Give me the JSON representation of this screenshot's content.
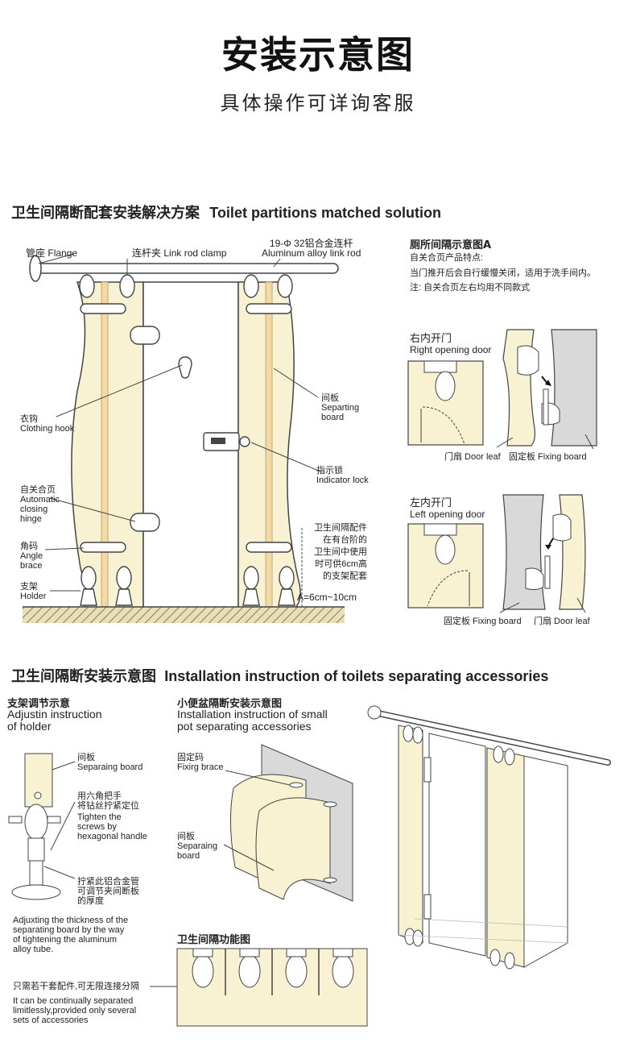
{
  "header": {
    "title": "安装示意图",
    "subtitle": "具体操作可详询客服"
  },
  "section1": {
    "heading": "卫生间隔断配套安装解决方案",
    "heading_en": "Toilet partitions matched solution",
    "labels": {
      "flange_cn": "管座",
      "flange_en": "Flange",
      "clamp_cn": "连杆夹",
      "clamp_en": "Link rod clamp",
      "rod_cn": "19-Φ 32铝合金连杆",
      "rod_en": "Aluminum alloy link rod",
      "hook_cn": "衣钩",
      "hook_en": "Clothing hook",
      "board_cn": "间板",
      "board_en1": "Separting",
      "board_en2": "board",
      "lock_cn": "指示锁",
      "lock_en": "Indicator lock",
      "hinge_cn": "自关合页",
      "hinge_en1": "Automatic",
      "hinge_en2": "closing",
      "hinge_en3": "hinge",
      "brace_cn": "角码",
      "brace_en1": "Angle",
      "brace_en2": "brace",
      "holder_cn": "支架",
      "holder_en": "Holder",
      "note1": "卫生间隔配件",
      "note2": "在有台阶的",
      "note3": "卫生间中使用",
      "note4": "时可供6cm高",
      "note5": "的支架配套",
      "range": "A=6cm~10cm"
    },
    "schematic_a": {
      "title": "厕所间隔示意图A",
      "line1": "自关合页产品特点:",
      "line2": "当门推开后会自行缓慢关闭，适用于洗手间内。",
      "line3": "注: 自关合页左右均用不同款式",
      "right_cn": "右内开门",
      "right_en": "Right opening door",
      "left_cn": "左内开门",
      "left_en": "Left opening door",
      "door_leaf": "门扇 Door leaf",
      "fixing_board": "固定板 Fixing board"
    }
  },
  "section2": {
    "heading": "卫生间隔断安装示意图",
    "heading_en": "Installation instruction of toilets separating accessories",
    "holder": {
      "title_cn": "支架调节示意",
      "title_en1": "Adjustin instruction",
      "title_en2": "of holder",
      "board_cn": "间板",
      "board_en": "Separaing board",
      "tighten_cn1": "用六角把手",
      "tighten_cn2": "将钻丝拧紧定位",
      "tighten_en1": "Tighten the",
      "tighten_en2": "screws by",
      "tighten_en3": "hexagonal handle",
      "tube_cn1": "拧紧此铝合金管",
      "tube_cn2": "可调节夹间断板",
      "tube_cn3": "的厚度",
      "adjust_en1": "Adjuxting the thickness of the",
      "adjust_en2": "separating board by the way",
      "adjust_en3": "of tightening the aluminum",
      "adjust_en4": "alloy tube."
    },
    "urinal": {
      "title_cn": "小便盆隔断安装示意图",
      "title_en1": "Installation instruction of small",
      "title_en2": "pot separating accessories",
      "brace_cn": "固定码",
      "brace_en": "Fixirg brace",
      "board_cn": "间板",
      "board_en1": "Separaing",
      "board_en2": "board"
    },
    "function": {
      "title": "卫生间隔功能图",
      "cn": "只需若干套配件,可无限连接分隔",
      "en1": "It can be continually separated",
      "en2": "limitlessly,provided only several",
      "en3": "sets of accessories"
    }
  },
  "colors": {
    "panel": "#f8f1d2",
    "panel_stripe": "#f2d9a6",
    "grey": "#d9d9d9",
    "line": "#444444"
  }
}
